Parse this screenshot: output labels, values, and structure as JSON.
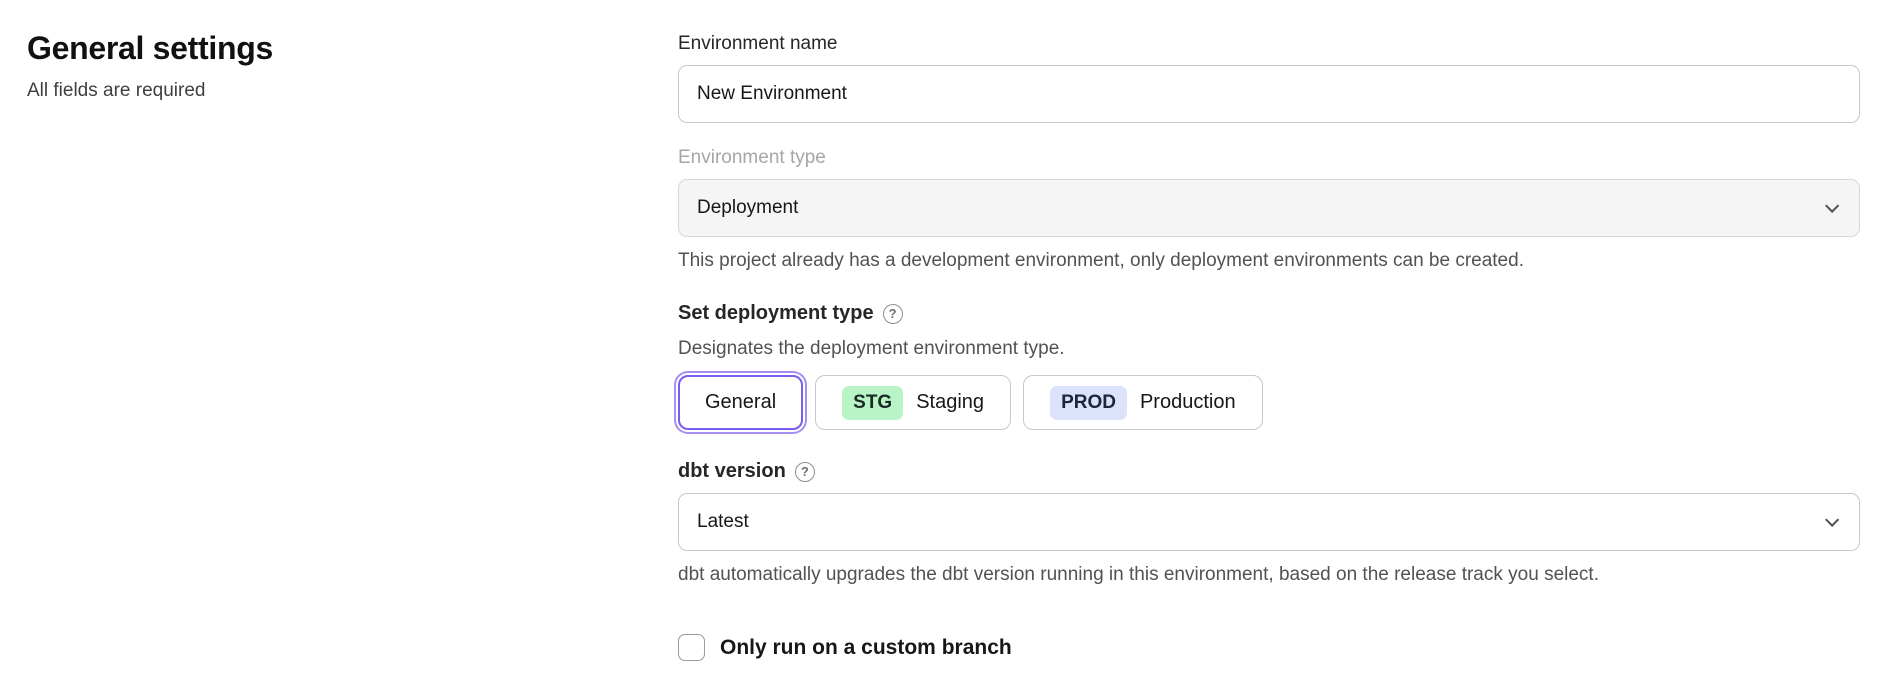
{
  "page": {
    "title": "General settings",
    "subtitle": "All fields are required"
  },
  "form": {
    "environment_name": {
      "label": "Environment name",
      "value": "New Environment"
    },
    "environment_type": {
      "label": "Environment type",
      "value": "Deployment",
      "disabled": true,
      "helper": "This project already has a development environment, only deployment environments can be created."
    },
    "deployment_type": {
      "label": "Set deployment type",
      "help_icon": "question-mark-circle",
      "helper": "Designates the deployment environment type.",
      "options": [
        {
          "badge": "",
          "label": "General",
          "selected": true
        },
        {
          "badge": "STG",
          "label": "Staging",
          "selected": false,
          "badge_bg": "#b9f4c6"
        },
        {
          "badge": "PROD",
          "label": "Production",
          "selected": false,
          "badge_bg": "#dbe2fb"
        }
      ]
    },
    "dbt_version": {
      "label": "dbt version",
      "help_icon": "question-mark-circle",
      "value": "Latest",
      "helper": "dbt automatically upgrades the dbt version running in this environment, based on the release track you select."
    },
    "custom_branch": {
      "label": "Only run on a custom branch",
      "checked": false
    }
  },
  "colors": {
    "accent_selected_border": "#7a5cf0",
    "stg_badge_bg": "#b9f4c6",
    "prod_badge_bg": "#dbe2fb",
    "disabled_field_bg": "#f5f5f6",
    "helper_text": "#525252"
  }
}
